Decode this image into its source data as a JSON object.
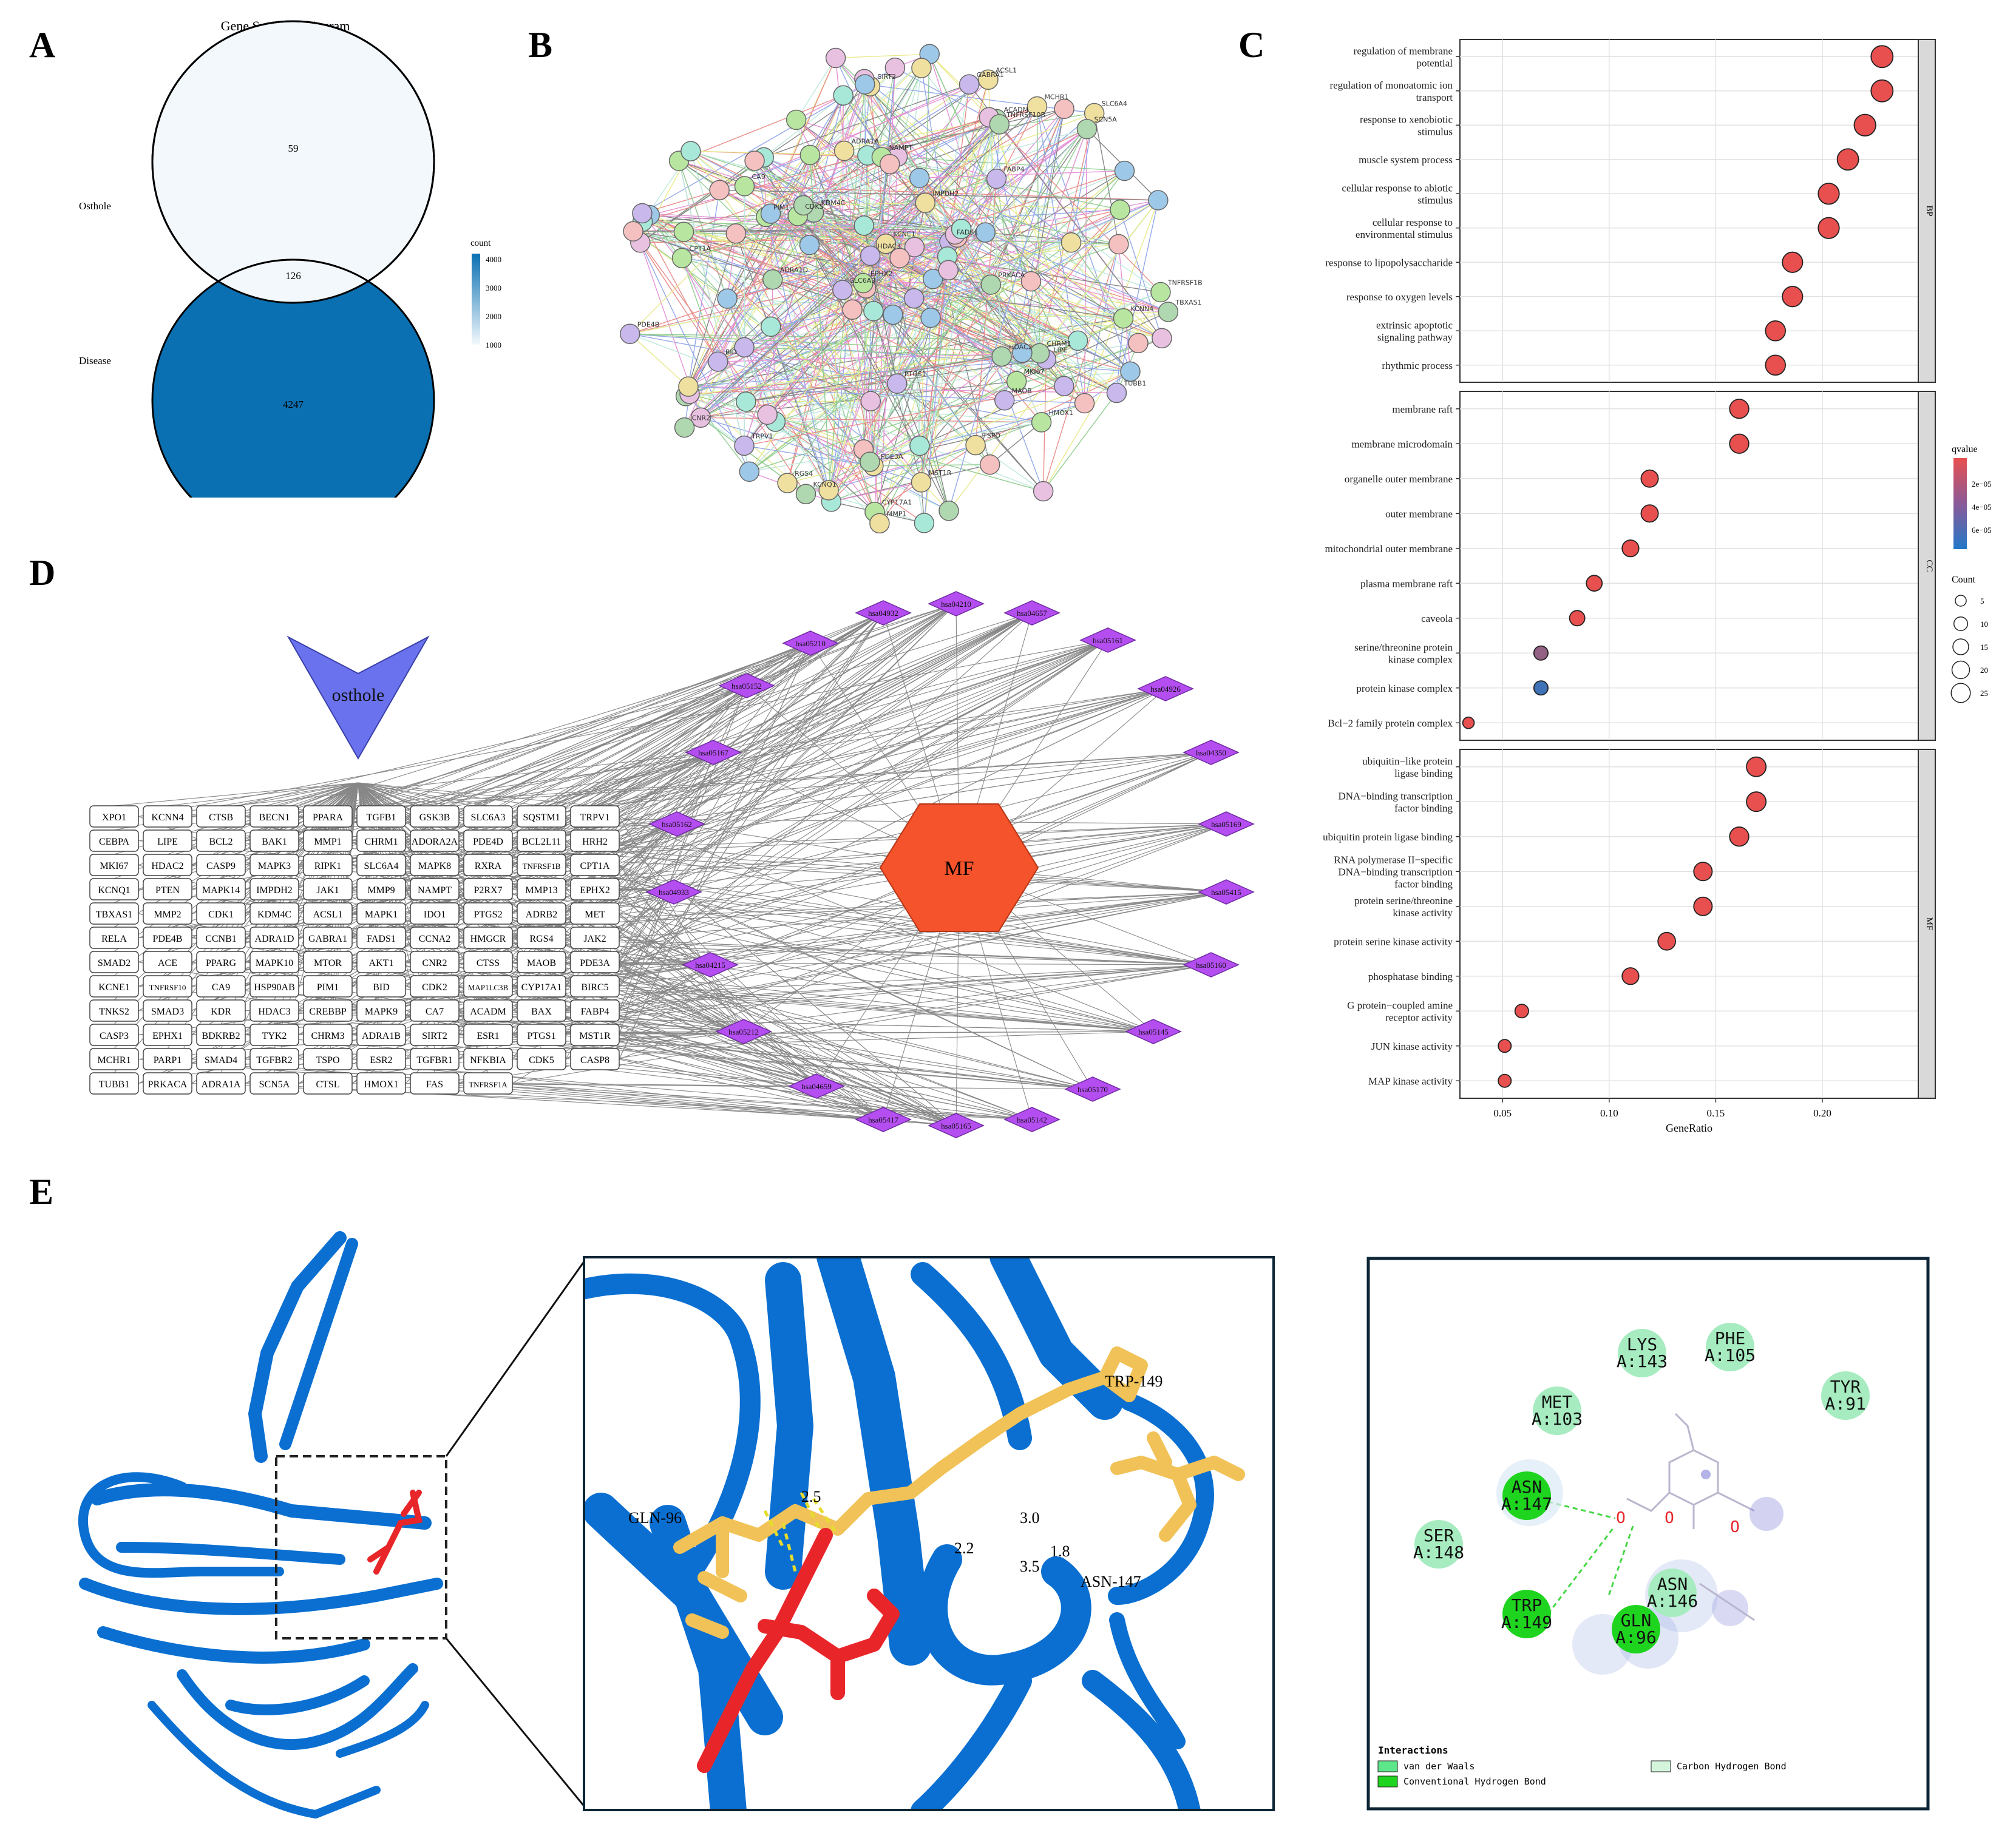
{
  "panels": {
    "A": "A",
    "B": "B",
    "C": "C",
    "D": "D",
    "E": "E"
  },
  "venn": {
    "title": "Gene Set Venn Diagram",
    "set_top": "Osthole",
    "set_bottom": "Disease",
    "only_top": "59",
    "overlap": "126",
    "only_bottom": "4247",
    "legend_title": "count",
    "legend_ticks": [
      "4000",
      "3000",
      "2000",
      "1000"
    ],
    "colors": {
      "light": "#f2f8fc",
      "dark": "#0a70b2"
    }
  },
  "ppi": {
    "labels": [
      "FADS1",
      "ACSL1",
      "ACADM",
      "CPT1A",
      "FABP4",
      "IMPDH2",
      "KDM4C",
      "NAMPT",
      "LIPE",
      "SIRT2",
      "HDAC2",
      "EPHX2",
      "HDAC3",
      "MCHR1",
      "CHRM1",
      "CDK5",
      "MAOB",
      "PDE3A",
      "CNR2",
      "MKI67",
      "TRPV1",
      "SLC6A4",
      "ADRA1D",
      "CA9",
      "GABRA1",
      "KCNE1",
      "KCNQ1",
      "PIM1",
      "PDE4B",
      "MST1R",
      "PRKACA",
      "CYP17A1",
      "PTGS1",
      "TSPO",
      "TBXAS1",
      "HMOX1",
      "TUBB1",
      "MMP1",
      "TNFRSF10B",
      "TNFRSF1B",
      "BID",
      "RGS4",
      "SCN5A",
      "KCNN4",
      "SLC6A3",
      "ADRA1A"
    ]
  },
  "dotplot": {
    "xlabel": "GeneRatio",
    "xticks": [
      "0.05",
      "0.10",
      "0.15",
      "0.20"
    ],
    "facets": [
      "BP",
      "CC",
      "MF"
    ],
    "legend_qvalue_title": "qvalue",
    "legend_qvalue_ticks": [
      "2e−05",
      "4e−05",
      "6e−05"
    ],
    "legend_count_title": "Count",
    "legend_count_ticks": [
      "5",
      "10",
      "15",
      "20",
      "25"
    ]
  },
  "chart_data": {
    "type": "scatter",
    "xlabel": "GeneRatio",
    "xlim": [
      0.03,
      0.245
    ],
    "facets": [
      {
        "name": "BP",
        "terms": [
          {
            "term": [
              "regulation of membrane",
              "potential"
            ],
            "ratio": 0.228,
            "count": 27,
            "q": 5e-06
          },
          {
            "term": [
              "regulation of monoatomic ion",
              "transport"
            ],
            "ratio": 0.228,
            "count": 27,
            "q": 5e-06
          },
          {
            "term": [
              "response to xenobiotic",
              "stimulus"
            ],
            "ratio": 0.22,
            "count": 26,
            "q": 5e-06
          },
          {
            "term": [
              "muscle system process"
            ],
            "ratio": 0.212,
            "count": 25,
            "q": 5e-06
          },
          {
            "term": [
              "cellular response to abiotic",
              "stimulus"
            ],
            "ratio": 0.203,
            "count": 24,
            "q": 5e-06
          },
          {
            "term": [
              "cellular response to",
              "environmental stimulus"
            ],
            "ratio": 0.203,
            "count": 24,
            "q": 5e-06
          },
          {
            "term": [
              "response to lipopolysaccharide"
            ],
            "ratio": 0.186,
            "count": 22,
            "q": 5e-06
          },
          {
            "term": [
              "response to oxygen levels"
            ],
            "ratio": 0.186,
            "count": 22,
            "q": 5e-06
          },
          {
            "term": [
              "extrinsic apoptotic",
              "signaling pathway"
            ],
            "ratio": 0.178,
            "count": 21,
            "q": 5e-06
          },
          {
            "term": [
              "rhythmic process"
            ],
            "ratio": 0.178,
            "count": 21,
            "q": 5e-06
          }
        ]
      },
      {
        "name": "CC",
        "terms": [
          {
            "term": [
              "membrane raft"
            ],
            "ratio": 0.161,
            "count": 19,
            "q": 5e-06
          },
          {
            "term": [
              "membrane microdomain"
            ],
            "ratio": 0.161,
            "count": 19,
            "q": 5e-06
          },
          {
            "term": [
              "organelle outer membrane"
            ],
            "ratio": 0.119,
            "count": 14,
            "q": 5e-06
          },
          {
            "term": [
              "outer membrane"
            ],
            "ratio": 0.119,
            "count": 14,
            "q": 5e-06
          },
          {
            "term": [
              "mitochondrial outer membrane"
            ],
            "ratio": 0.11,
            "count": 13,
            "q": 5e-06
          },
          {
            "term": [
              "plasma membrane raft"
            ],
            "ratio": 0.093,
            "count": 11,
            "q": 5e-06
          },
          {
            "term": [
              "caveola"
            ],
            "ratio": 0.085,
            "count": 10,
            "q": 5e-06
          },
          {
            "term": [
              "serine/threonine protein",
              "kinase complex"
            ],
            "ratio": 0.068,
            "count": 8,
            "q": 3.5e-05
          },
          {
            "term": [
              "protein kinase complex"
            ],
            "ratio": 0.068,
            "count": 8,
            "q": 6.5e-05
          },
          {
            "term": [
              "Bcl−2 family protein complex"
            ],
            "ratio": 0.034,
            "count": 4,
            "q": 5e-06
          }
        ]
      },
      {
        "name": "MF",
        "terms": [
          {
            "term": [
              "ubiquitin−like protein",
              "ligase binding"
            ],
            "ratio": 0.169,
            "count": 20,
            "q": 5e-06
          },
          {
            "term": [
              "DNA−binding transcription",
              "factor binding"
            ],
            "ratio": 0.169,
            "count": 20,
            "q": 5e-06
          },
          {
            "term": [
              "ubiquitin protein ligase binding"
            ],
            "ratio": 0.161,
            "count": 19,
            "q": 5e-06
          },
          {
            "term": [
              "RNA polymerase II−specific",
              "DNA−binding transcription",
              "factor binding"
            ],
            "ratio": 0.144,
            "count": 17,
            "q": 5e-06
          },
          {
            "term": [
              "protein serine/threonine",
              "kinase activity"
            ],
            "ratio": 0.144,
            "count": 17,
            "q": 5e-06
          },
          {
            "term": [
              "protein serine kinase activity"
            ],
            "ratio": 0.127,
            "count": 15,
            "q": 5e-06
          },
          {
            "term": [
              "phosphatase binding"
            ],
            "ratio": 0.11,
            "count": 13,
            "q": 5e-06
          },
          {
            "term": [
              "G protein−coupled amine",
              "receptor activity"
            ],
            "ratio": 0.059,
            "count": 7,
            "q": 5e-06
          },
          {
            "term": [
              "JUN kinase activity"
            ],
            "ratio": 0.051,
            "count": 6,
            "q": 5e-06
          },
          {
            "term": [
              "MAP kinase activity"
            ],
            "ratio": 0.051,
            "count": 6,
            "q": 5e-06
          }
        ]
      }
    ]
  },
  "network": {
    "compound": "osthole",
    "hub": "MF",
    "genes": [
      [
        "XPO1",
        "KCNN4",
        "CTSB",
        "BECN1",
        "PPARA",
        "TGFB1",
        "GSK3B",
        "SLC6A3",
        "SQSTM1",
        "TRPV1"
      ],
      [
        "CEBPA",
        "LIPE",
        "BCL2",
        "BAK1",
        "MMP1",
        "CHRM1",
        "ADORA2A",
        "PDE4D",
        "BCL2L11",
        "HRH2"
      ],
      [
        "MKI67",
        "HDAC2",
        "CASP9",
        "MAPK3",
        "RIPK1",
        "SLC6A4",
        "MAPK8",
        "RXRA",
        "TNFRSF1B",
        "CPT1A"
      ],
      [
        "KCNQ1",
        "PTEN",
        "MAPK14",
        "IMPDH2",
        "JAK1",
        "MMP9",
        "NAMPT",
        "P2RX7",
        "MMP13",
        "EPHX2"
      ],
      [
        "TBXAS1",
        "MMP2",
        "CDK1",
        "KDM4C",
        "ACSL1",
        "MAPK1",
        "IDO1",
        "PTGS2",
        "ADRB2",
        "MET"
      ],
      [
        "RELA",
        "PDE4B",
        "CCNB1",
        "ADRA1D",
        "GABRA1",
        "FADS1",
        "CCNA2",
        "HMGCR",
        "RGS4",
        "JAK2"
      ],
      [
        "SMAD2",
        "ACE",
        "PPARG",
        "MAPK10",
        "MTOR",
        "AKT1",
        "CNR2",
        "CTSS",
        "MAOB",
        "PDE3A"
      ],
      [
        "KCNE1",
        "TNFRSF10",
        "CA9",
        "HSP90AB",
        "PIM1",
        "BID",
        "CDK2",
        "MAP1LC3B",
        "CYP17A1",
        "BIRC5"
      ],
      [
        "TNKS2",
        "SMAD3",
        "KDR",
        "HDAC3",
        "CREBBP",
        "MAPK9",
        "CA7",
        "ACADM",
        "BAX",
        "FABP4"
      ],
      [
        "CASP3",
        "EPHX1",
        "BDKRB2",
        "TYK2",
        "CHRM3",
        "ADRA1B",
        "SIRT2",
        "ESR1",
        "PTGS1",
        "MST1R"
      ],
      [
        "MCHR1",
        "PARP1",
        "SMAD4",
        "TGFBR2",
        "TSPO",
        "ESR2",
        "TGFBR1",
        "NFKBIA",
        "CDK5",
        "CASP8"
      ],
      [
        "TUBB1",
        "PRKACA",
        "ADRA1A",
        "SCN5A",
        "CTSL",
        "HMOX1",
        "FAS",
        "TNFRSF1A"
      ]
    ],
    "pathways": [
      "hsa04210",
      "hsa04932",
      "hsa04657",
      "hsa05210",
      "hsa05161",
      "hsa05152",
      "hsa04926",
      "hsa05167",
      "hsa04350",
      "hsa05162",
      "hsa05169",
      "hsa04933",
      "hsa05415",
      "hsa04215",
      "hsa05160",
      "hsa05212",
      "hsa05145",
      "hsa04659",
      "hsa05170",
      "hsa05417",
      "hsa05165",
      "hsa05142"
    ]
  },
  "docking": {
    "residues_3d": {
      "gln": "GLN-96",
      "trp": "TRP-149",
      "asn": "ASN-147"
    },
    "distances": [
      "2.5",
      "3.0",
      "1.8",
      "2.2",
      "3.5"
    ],
    "residues_2d": {
      "lys": [
        "LYS",
        "A:143"
      ],
      "phe": [
        "PHE",
        "A:105"
      ],
      "tyr": [
        "TYR",
        "A:91"
      ],
      "met": [
        "MET",
        "A:103"
      ],
      "asn147": [
        "ASN",
        "A:147"
      ],
      "ser": [
        "SER",
        "A:148"
      ],
      "trp": [
        "TRP",
        "A:149"
      ],
      "asn146": [
        "ASN",
        "A:146"
      ],
      "gln": [
        "GLN",
        "A:96"
      ]
    },
    "atom_o": "O",
    "legend": {
      "title": "Interactions",
      "vdw": "van der Waals",
      "hbond": "Conventional Hydrogen Bond",
      "chbond": "Carbon Hydrogen Bond"
    }
  }
}
